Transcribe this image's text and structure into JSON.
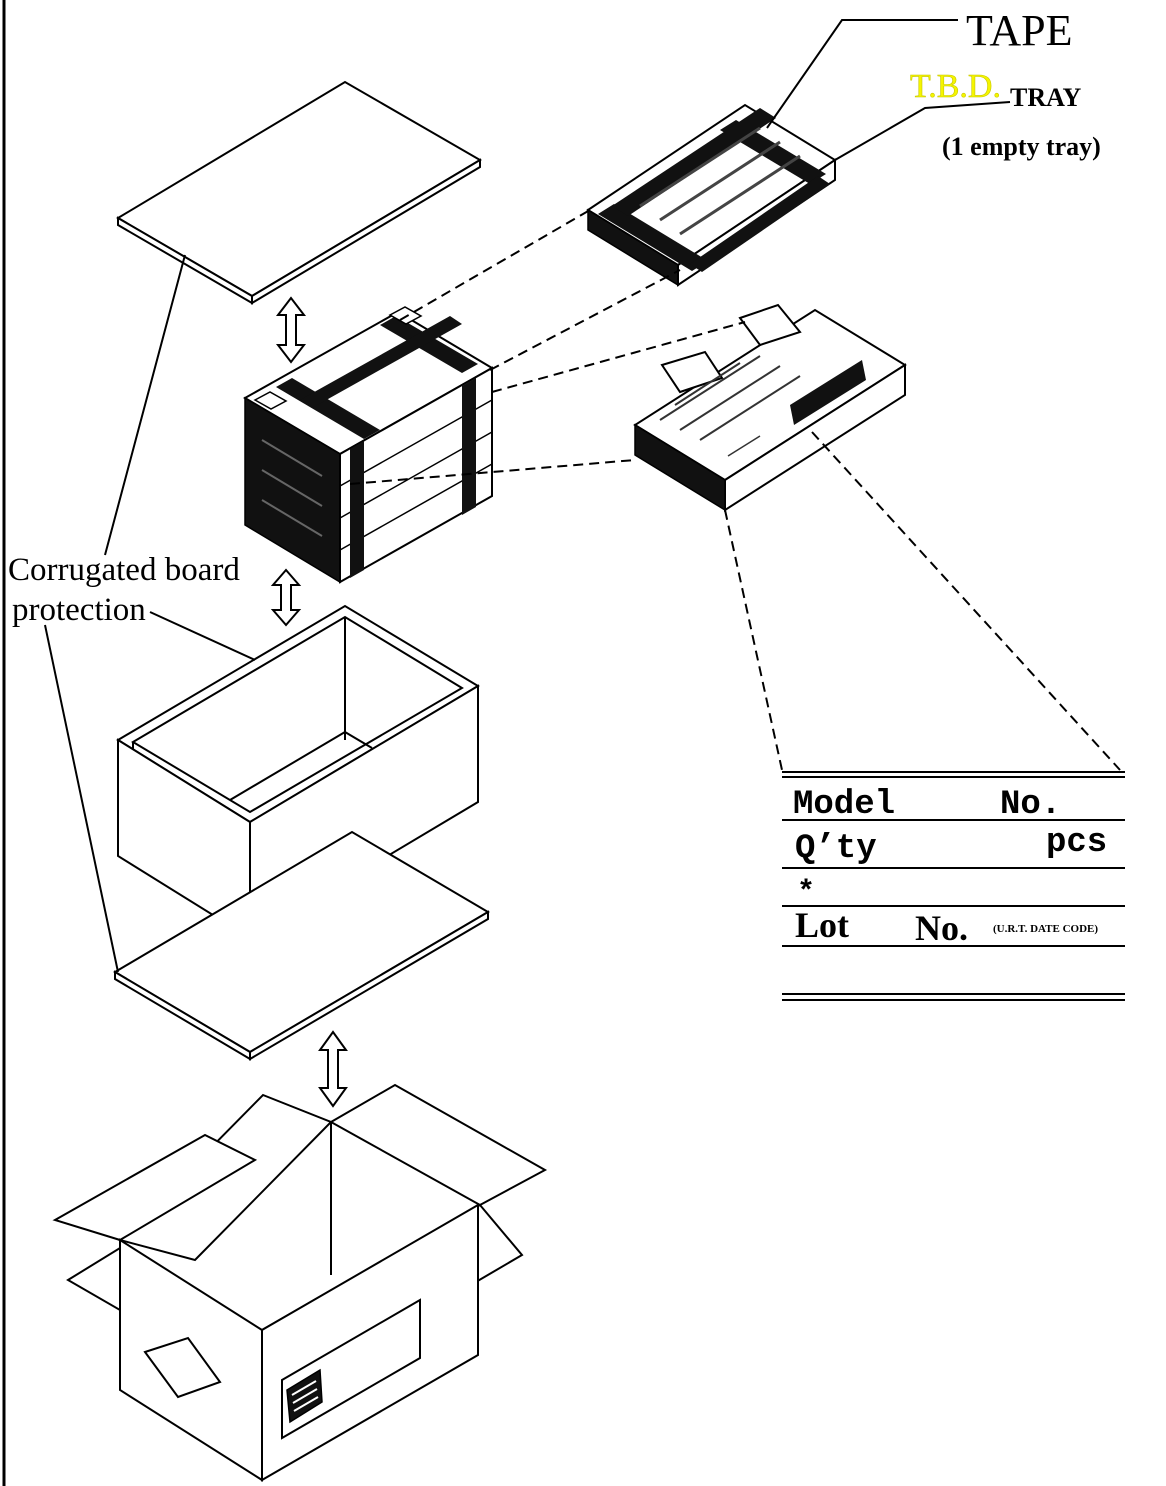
{
  "callouts": {
    "tape": "TAPE",
    "tbd": "T.B.D.",
    "tray": "TRAY",
    "empty_tray": "(1 empty tray)",
    "corrugated_line1": "Corrugated board",
    "corrugated_line2": "protection"
  },
  "label": {
    "model": "Model",
    "model_no": "No.",
    "qty": "Q’ty",
    "pcs": "pcs",
    "asterisk": "*",
    "lot": "Lot",
    "lot_no": "No.",
    "date_code": "(U.R.T. DATE CODE)"
  },
  "colors": {
    "highlight": "#f5f500",
    "ink": "#000000",
    "paper": "#ffffff"
  }
}
